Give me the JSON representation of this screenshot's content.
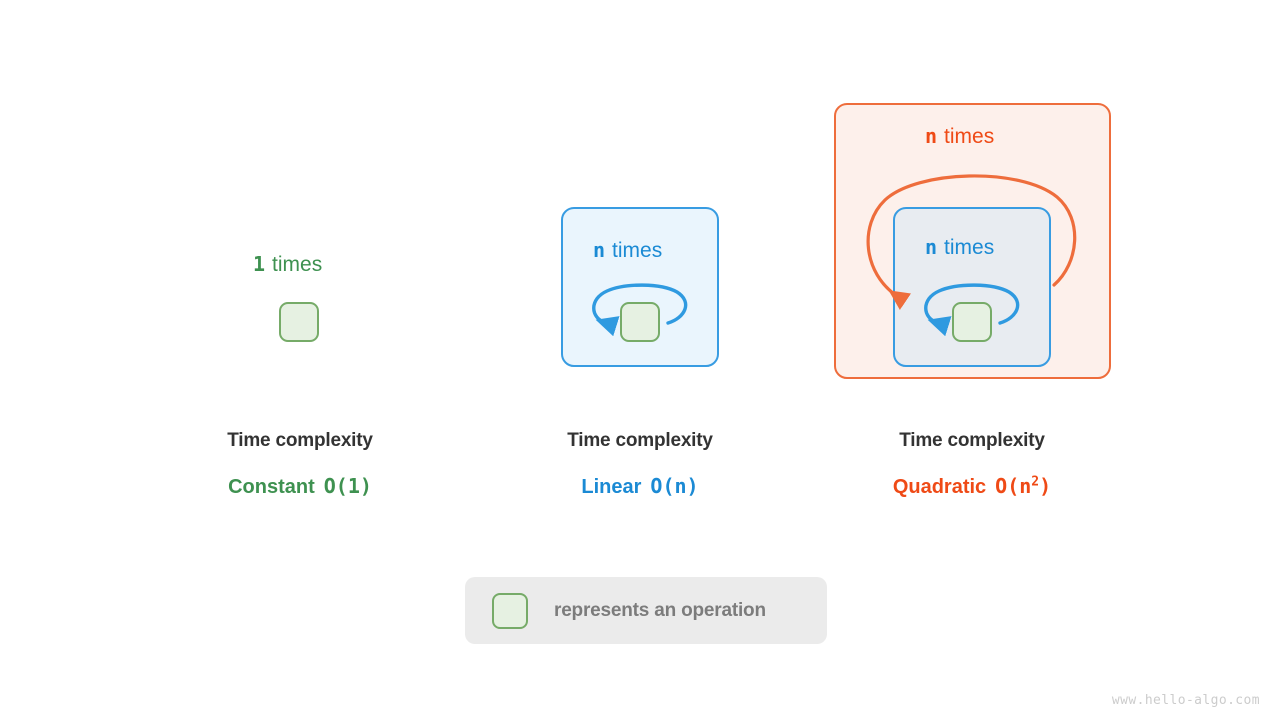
{
  "watermark": "www.hello-algo.com",
  "legend": {
    "swatch_icon": "operation-square-icon",
    "text": "represents an operation"
  },
  "panels": [
    {
      "id": "constant",
      "times_count": "1",
      "times_word": "times",
      "accent_color": "#3e9150",
      "has_outer_box": false,
      "has_inner_box": false,
      "has_loop_arrow": false,
      "title": "Time complexity",
      "complexity_name": "Constant",
      "complexity_notation": "O(1)",
      "notation_superscript": ""
    },
    {
      "id": "linear",
      "times_count": "n",
      "times_word": "times",
      "accent_color": "#1b8ad4",
      "box_fill": "#eaf5fd",
      "box_border": "#389ce2",
      "has_outer_box": true,
      "has_inner_box": false,
      "has_loop_arrow": true,
      "title": "Time complexity",
      "complexity_name": "Linear",
      "complexity_notation": "O(n)",
      "notation_superscript": ""
    },
    {
      "id": "quadratic",
      "times_count": "n",
      "times_word": "times",
      "accent_color": "#ef4a16",
      "box_fill": "#fdf0eb",
      "box_border": "#ee6d3c",
      "inner_times_count": "n",
      "inner_times_word": "times",
      "inner_accent_color": "#1b8ad4",
      "inner_box_fill": "#e8ecf1",
      "inner_box_border": "#389ce2",
      "has_outer_box": true,
      "has_inner_box": true,
      "has_loop_arrow": true,
      "title": "Time complexity",
      "complexity_name": "Quadratic",
      "complexity_notation_base": "O(n",
      "notation_superscript": "2",
      "complexity_notation_tail": ")"
    }
  ]
}
